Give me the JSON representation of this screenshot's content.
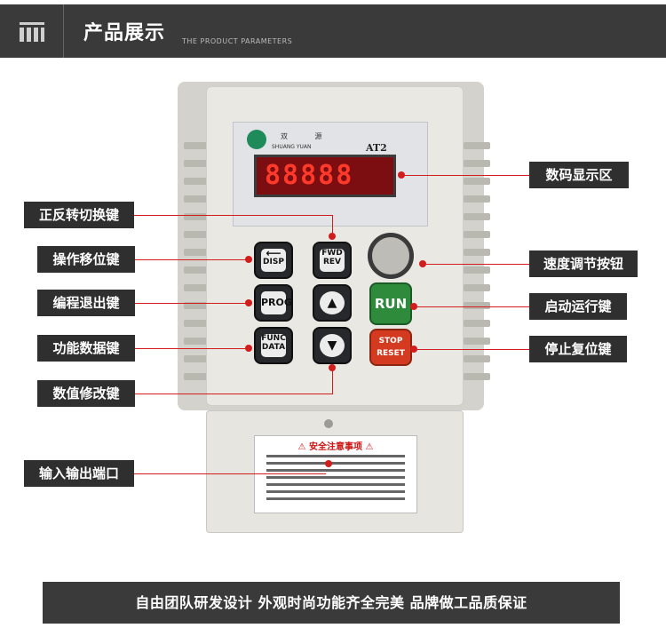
{
  "header": {
    "title": "产品展示",
    "subtitle": "THE PRODUCT PARAMETERS"
  },
  "device": {
    "brand_cn": "双 源",
    "brand_en": "SHUANG YUAN",
    "model": "AT2",
    "display_text": "88888",
    "keys": {
      "disp": "DISP",
      "fwd": "FWD",
      "rev": "REV",
      "prog": "PROG",
      "func": "FUNC",
      "data": "DATA",
      "run": "RUN",
      "stop": "STOP",
      "reset": "RESET"
    },
    "warning_title": "⚠ 安全注意事项 ⚠"
  },
  "callouts": {
    "display_area": "数码显示区",
    "fwd_rev_key": "正反转切换键",
    "shift_key": "操作移位键",
    "speed_knob": "速度调节按钮",
    "prog_exit_key": "编程退出键",
    "run_key": "启动运行键",
    "func_data_key": "功能数据键",
    "stop_reset_key": "停止复位键",
    "value_modify_key": "数值修改键",
    "io_port": "输入输出端口"
  },
  "footer": {
    "text": "自由团队研发设计    外观时尚功能齐全完美    品牌做工品质保证"
  },
  "colors": {
    "accent_red": "#d21d1d",
    "callout_bg": "#2f2f2f",
    "run_green": "#2e8b3c",
    "stop_red": "#d33a1f"
  }
}
